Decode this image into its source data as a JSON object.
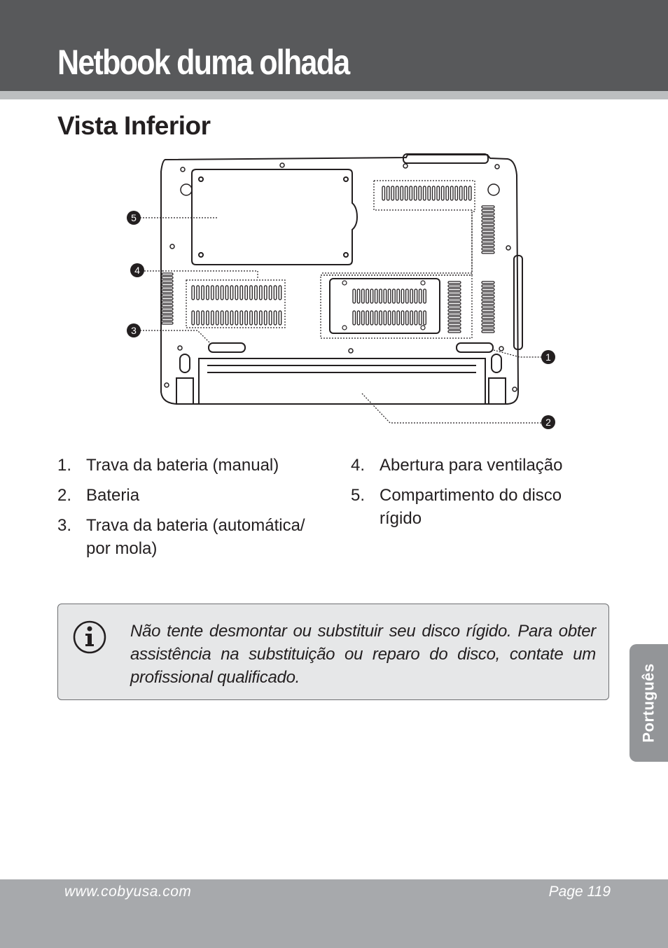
{
  "header": {
    "title": "Netbook duma olhada"
  },
  "section": {
    "title": "Vista Inferior"
  },
  "diagram": {
    "callouts": [
      "1",
      "2",
      "3",
      "4",
      "5"
    ]
  },
  "parts_list": {
    "left": [
      {
        "num": "1.",
        "text": "Trava da bateria (manual)"
      },
      {
        "num": "2.",
        "text": "Bateria"
      },
      {
        "num": "3.",
        "text": "Trava da bateria (automática/ por mola)"
      }
    ],
    "right": [
      {
        "num": "4.",
        "text": "Abertura para ventilação"
      },
      {
        "num": "5.",
        "text": "Compartimento do disco rígido"
      }
    ]
  },
  "note": {
    "icon": "info-icon",
    "text": "Não tente desmontar ou substituir seu disco rígido. Para obter assistência na substituição ou reparo do disco, contate um profissional qualificado."
  },
  "side_tab": {
    "label": "Português"
  },
  "footer": {
    "url": "www.cobyusa.com",
    "page": "Page 119"
  }
}
